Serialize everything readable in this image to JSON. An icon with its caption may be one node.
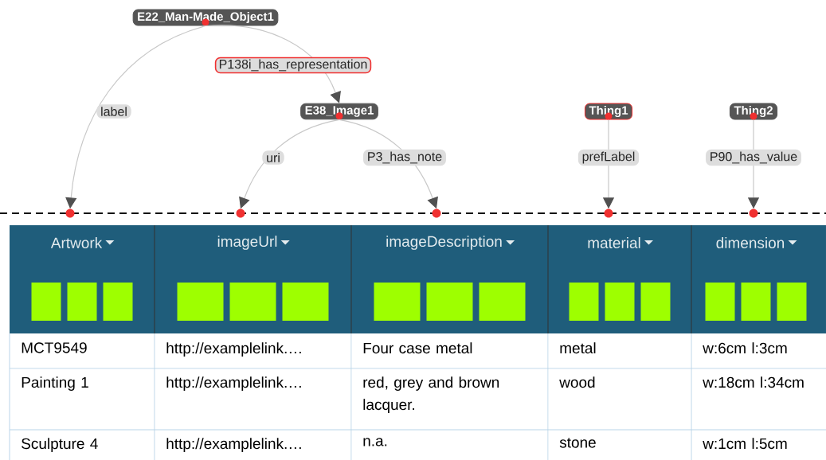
{
  "diagram": {
    "nodes": [
      {
        "text": [
          "E22_Man-Made_Object1"
        ]
      },
      {
        "text": [
          "E38_Image1"
        ]
      },
      {
        "text": [
          "Thing1"
        ]
      },
      {
        "text": [
          "Thing2"
        ]
      },
      {
        "text": [],
        "shape": "circle"
      },
      {
        "text": [],
        "shape": "circle"
      },
      {
        "text": [],
        "shape": "circle"
      },
      {
        "text": [],
        "shape": "circle"
      },
      {
        "text": [],
        "shape": "circle"
      },
      {
        "text": [
          "Artwork"
        ]
      },
      {
        "text": [
          "imageUrl"
        ]
      },
      {
        "text": [
          "imageDescription"
        ]
      },
      {
        "text": [
          "material"
        ]
      },
      {
        "text": [
          "dimension"
        ]
      }
    ],
    "edges": [
      {
        "from": 0,
        "to": 1,
        "arrow": "to",
        "label": "P138i_has_representation"
      },
      {
        "from": 0,
        "to": 4,
        "arrow": "to",
        "label": "label"
      },
      {
        "from": 1,
        "to": 5,
        "arrow": "to",
        "label": "uri"
      },
      {
        "from": 1,
        "to": 6,
        "arrow": "to",
        "label": "P3_has_note"
      },
      {
        "from": 2,
        "to": 7,
        "arrow": "to",
        "label": "prefLabel"
      },
      {
        "from": 3,
        "to": 8,
        "arrow": "to",
        "label": "P90_has_value"
      }
    ],
    "labels": [
      "MCT9549",
      "http://examplelink.…",
      "Four case metal",
      "metal",
      "w:6cm l:3cm",
      "Painting 1",
      "http://examplelink.…",
      "red, grey and brown lacquer.",
      "wood",
      "w:18cm l:34cm",
      "Sculpture 4",
      "http://examplelink.…",
      "n.a.",
      "stone",
      "w:1cm l:5cm"
    ]
  }
}
